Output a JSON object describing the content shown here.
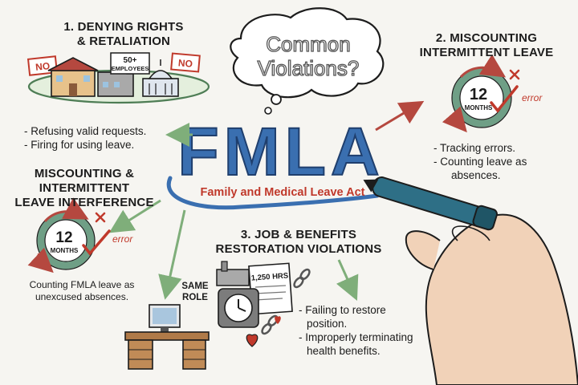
{
  "colors": {
    "ink": "#1c1c1c",
    "fmla_blue": "#3a6fb0",
    "subtitle_red": "#c0392b",
    "arrow_red": "#b5483f",
    "arrow_green": "#7fae7a",
    "ring_green": "#6f9f86"
  },
  "thought_bubble": {
    "line1": "Common",
    "line2": "Violations?"
  },
  "center": {
    "acronym": "FMLA",
    "subtitle": "Family and Medical Leave Act"
  },
  "section_1": {
    "heading_line1": "1. DENYING RIGHTS",
    "heading_line2": "& RETALIATION",
    "sign_left": "NO",
    "sign_right": "NO",
    "factory_sign_line1": "50+",
    "factory_sign_line2": "EMPLOYEES",
    "bullets": [
      "- Refusing valid requests.",
      "- Firing for using leave."
    ]
  },
  "section_2": {
    "heading_line1": "2. MISCOUNTING",
    "heading_line2": "INTERMITTENT LEAVE",
    "clock_number": "12",
    "clock_unit": "MONTHS",
    "error_label": "error",
    "bullets": [
      "- Tracking errors.",
      "- Counting leave as",
      "absences."
    ]
  },
  "section_left": {
    "heading_line1": "MISCOUNTING &",
    "heading_line2": "INTERMITTENT",
    "heading_line3": "LEAVE INTERFERENCE",
    "clock_number": "12",
    "clock_unit": "MONTHS",
    "error_label": "error",
    "caption_line1": "Counting FMLA leave as",
    "caption_line2": "unexcused absences."
  },
  "section_3": {
    "heading_line1": "3. JOB & BENEFITS",
    "heading_line2": "RESTORATION VIOLATIONS",
    "hours_label": "1,250 HRS",
    "bullets": [
      "- Failing to restore",
      "position.",
      "- Improperly terminating",
      "health benefits."
    ]
  },
  "desk": {
    "label_line1": "SAME",
    "label_line2": "ROLE"
  }
}
